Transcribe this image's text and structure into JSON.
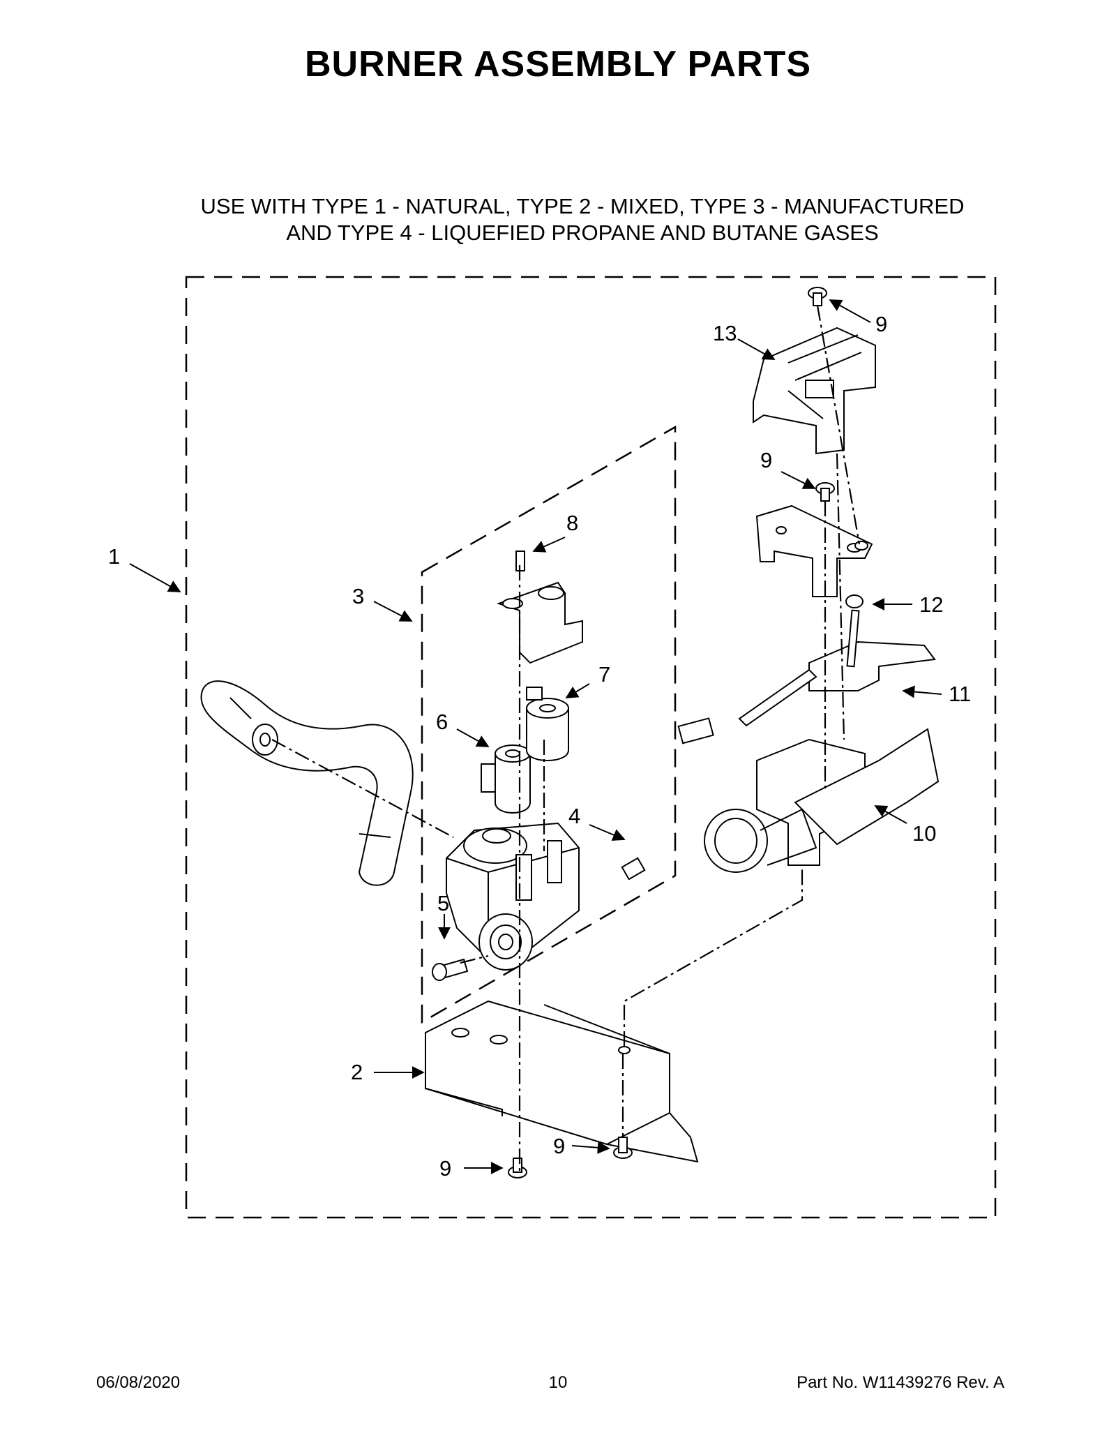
{
  "title": "BURNER ASSEMBLY PARTS",
  "subtitle_line1": "USE WITH TYPE 1 - NATURAL, TYPE 2 - MIXED, TYPE 3 - MANUFACTURED",
  "subtitle_line2": "AND TYPE 4 - LIQUEFIED PROPANE AND BUTANE GASES",
  "callouts": {
    "c1": "1",
    "c2": "2",
    "c3": "3",
    "c4": "4",
    "c5": "5",
    "c6": "6",
    "c7": "7",
    "c8": "8",
    "c9a": "9",
    "c9b": "9",
    "c9c": "9",
    "c9d": "9",
    "c10": "10",
    "c11": "11",
    "c12": "12",
    "c13": "13"
  },
  "footer": {
    "date": "06/08/2020",
    "page": "10",
    "part": "Part No.  W11439276  Rev.  A"
  }
}
